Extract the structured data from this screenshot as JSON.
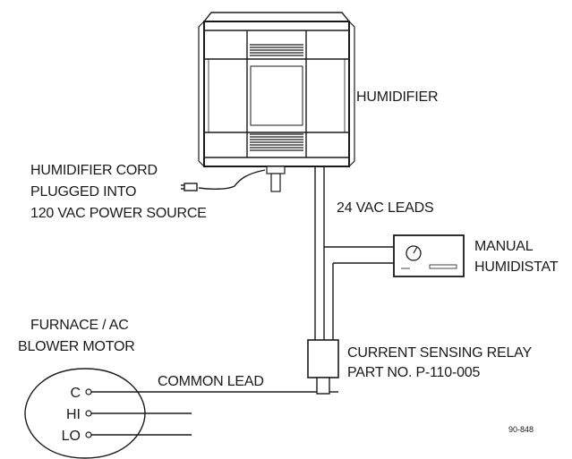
{
  "labels": {
    "humidifier": "HUMIDIFIER",
    "cord_line1": "HUMIDIFIER CORD",
    "cord_line2": "PLUGGED INTO",
    "cord_line3": "120 VAC POWER SOURCE",
    "vac_leads": "24 VAC LEADS",
    "humidistat_line1": "MANUAL",
    "humidistat_line2": "HUMIDISTAT",
    "motor_line1": "FURNACE / AC",
    "motor_line2": "BLOWER MOTOR",
    "relay_line1": "CURRENT SENSING RELAY",
    "relay_line2": "PART NO. P-110-005",
    "common_lead": "COMMON LEAD",
    "terminal_c": "C",
    "terminal_hi": "HI",
    "terminal_lo": "LO",
    "figure_number": "90-848"
  }
}
